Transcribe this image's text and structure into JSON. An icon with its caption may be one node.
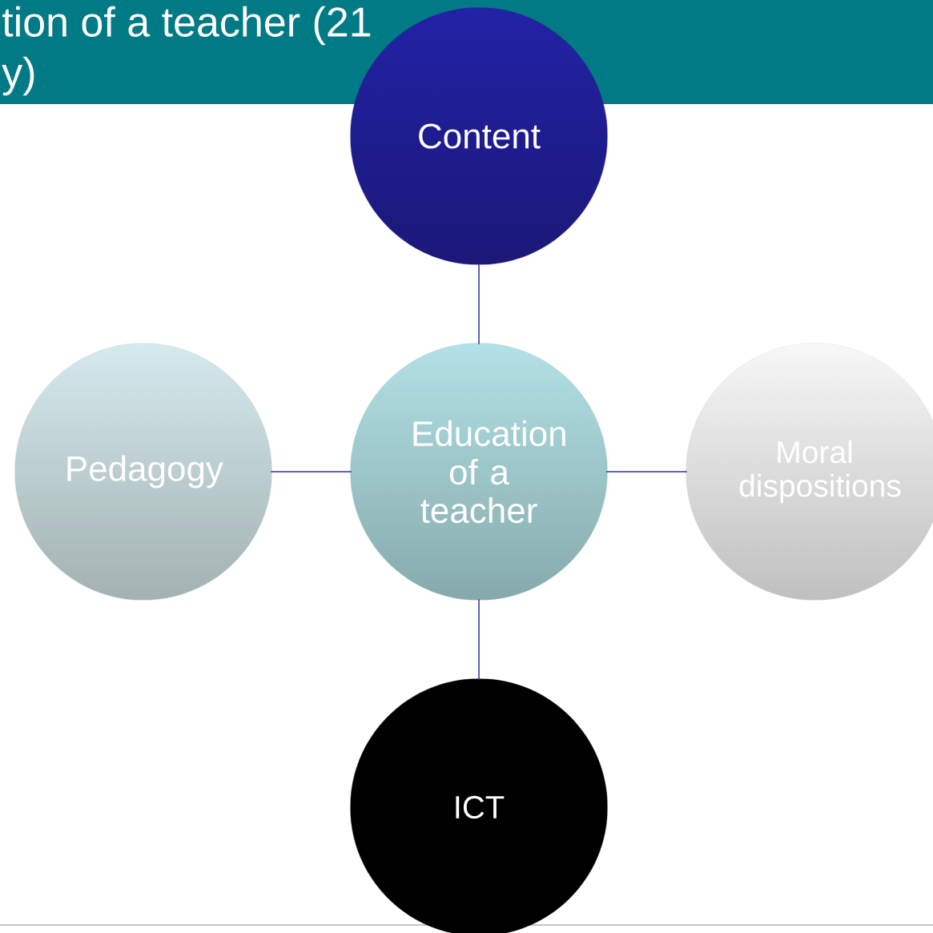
{
  "diagram": {
    "nodes": [
      {
        "text": [
          "Content"
        ]
      },
      {
        "text": [
          "Pedagogy"
        ]
      },
      {
        "text": [
          "Education of a teacher"
        ]
      },
      {
        "text": [
          "Moral dispositions"
        ]
      },
      {
        "text": [
          "ICT"
        ]
      }
    ],
    "edges": [
      {
        "from": 0,
        "to": 2,
        "arrow": "none"
      },
      {
        "from": 1,
        "to": 2,
        "arrow": "none"
      },
      {
        "from": 2,
        "to": 3,
        "arrow": "none"
      },
      {
        "from": 2,
        "to": 4,
        "arrow": "none"
      }
    ],
    "labels": [
      "tion of a teacher (21",
      "y)"
    ]
  }
}
